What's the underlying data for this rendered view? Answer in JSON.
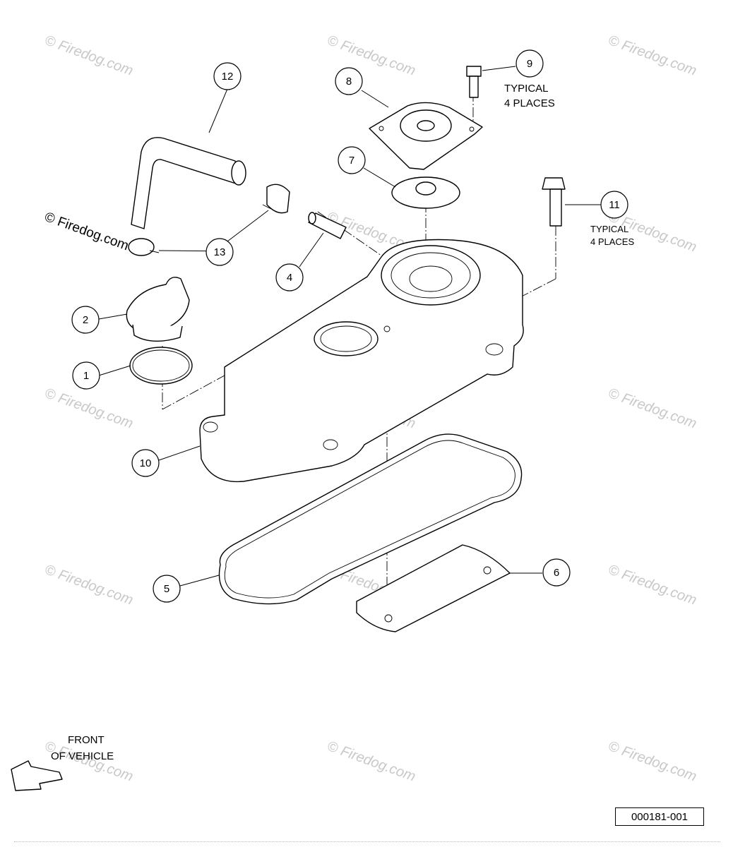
{
  "callouts": [
    {
      "label": "1"
    },
    {
      "label": "2"
    },
    {
      "label": "4"
    },
    {
      "label": "5"
    },
    {
      "label": "6"
    },
    {
      "label": "7"
    },
    {
      "label": "8"
    },
    {
      "label": "9"
    },
    {
      "label": "10"
    },
    {
      "label": "11"
    },
    {
      "label": "12"
    },
    {
      "label": "13"
    }
  ],
  "notes": {
    "bolt_9_line1": "TYPICAL",
    "bolt_9_line2": "4 PLACES",
    "bolt_11_line1": "TYPICAL",
    "bolt_11_line2": "4 PLACES",
    "front_line1": "FRONT",
    "front_line2": "OF VEHICLE"
  },
  "copyright": "© Firedog.com",
  "watermark": "© Firedog.com",
  "drawing_code": "000181-001"
}
